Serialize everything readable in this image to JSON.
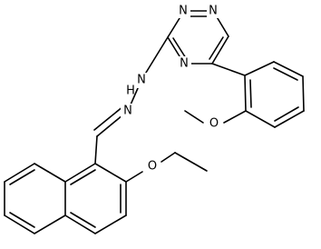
{
  "molecule": {
    "atoms": {
      "n_triazine_1": "N",
      "n_triazine_2": "N",
      "n_triazine_4": "N",
      "n_hydrazone_nh": "N",
      "h_hydrazone": "H",
      "n_hydrazone_imine": "N",
      "o_methoxy": "O",
      "o_ethoxy": "O"
    }
  },
  "colors": {
    "bond": "#000000",
    "label": "#000000",
    "background": "#ffffff"
  }
}
